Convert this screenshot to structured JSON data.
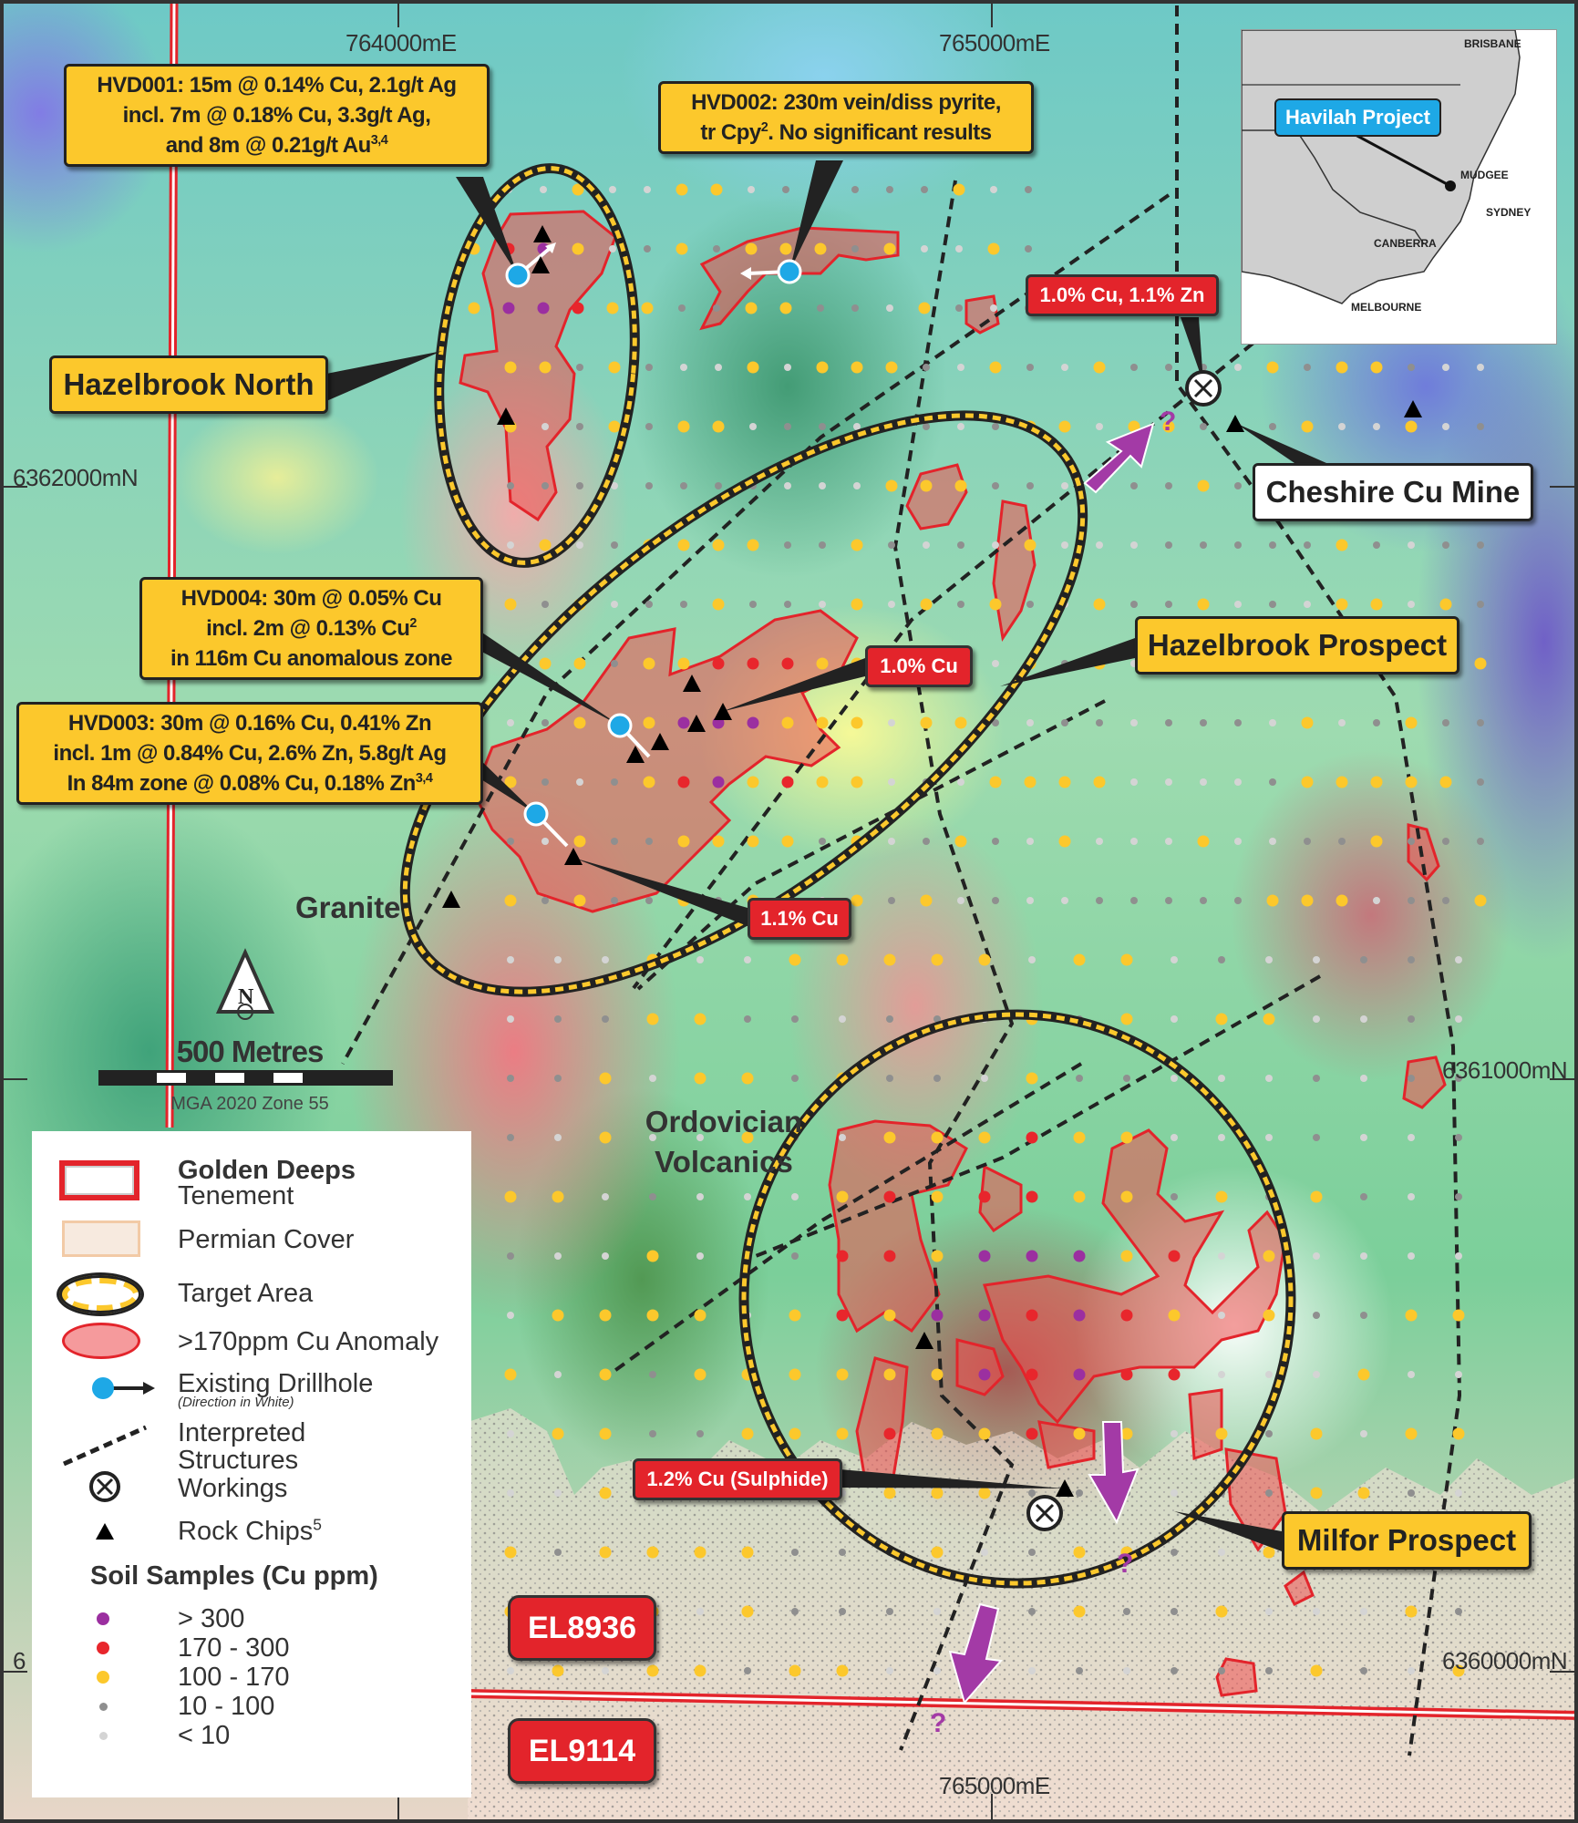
{
  "grid_labels": {
    "e764000_top": "764000mE",
    "e765000_top": "765000mE",
    "e765000_bottom": "765000mE",
    "n6362000": "6362000mN",
    "n6361000": "6361000mN",
    "n6360000": "6360000mN",
    "n6360000_left_partial": "6"
  },
  "callouts": {
    "hvd001": {
      "line1": "HVD001: 15m @ 0.14% Cu, 2.1g/t Ag",
      "line2": "incl. 7m @ 0.18% Cu, 3.3g/t Ag,",
      "line3": "and 8m @ 0.21g/t Au",
      "sup": "3,4"
    },
    "hvd002": {
      "line1": "HVD002: 230m vein/diss pyrite,",
      "line2a": "tr Cpy",
      "sup": "2",
      "line2b": ". No significant results"
    },
    "hvd004": {
      "line1": "HVD004: 30m @ 0.05% Cu",
      "line2": "incl. 2m @ 0.13% Cu",
      "sup": "2",
      "line3": "in 116m Cu anomalous zone"
    },
    "hvd003": {
      "line1": "HVD003: 30m @ 0.16% Cu, 0.41% Zn",
      "line2": "incl. 1m @ 0.84% Cu, 2.6% Zn, 5.8g/t Ag",
      "line3": "In 84m zone @ 0.08% Cu, 0.18% Zn",
      "sup": "3,4"
    }
  },
  "prospects": {
    "hazelbrook_north": "Hazelbrook North",
    "hazelbrook_prospect": "Hazelbrook Prospect",
    "cheshire": "Cheshire Cu Mine",
    "milfor": "Milfor Prospect"
  },
  "assays": {
    "cheshire": "1.0% Cu, 1.1% Zn",
    "hazelbrook_a": "1.0% Cu",
    "hazelbrook_b": "1.1% Cu",
    "milfor": "1.2% Cu (Sulphide)"
  },
  "geology": {
    "granite": "Granite",
    "ordovician_1": "Ordovician",
    "ordovician_2": "Volcanics"
  },
  "tenements": {
    "el8936": "EL8936",
    "el9114": "EL9114"
  },
  "scale": {
    "north": "N",
    "distance": "500 Metres",
    "projection": "MGA 2020 Zone 55"
  },
  "question_mark": "?",
  "inset": {
    "project": "Havilah Project",
    "cities": {
      "brisbane": "BRISBANE",
      "mudgee": "MUDGEE",
      "sydney": "SYDNEY",
      "canberra": "CANBERRA",
      "melbourne": "MELBOURNE"
    }
  },
  "legend": {
    "tenement_1": "Golden Deeps",
    "tenement_2": "Tenement",
    "permian": "Permian Cover",
    "target": "Target Area",
    "anomaly": ">170ppm Cu Anomaly",
    "drillhole": "Existing Drillhole",
    "drillhole_note": "(Direction in White)",
    "structures_1": "Interpreted",
    "structures_2": "Structures",
    "workings": "Workings",
    "rock_chips": "Rock Chips",
    "rock_chips_sup": "5",
    "soil_title": "Soil Samples (Cu ppm)",
    "soil_classes": [
      {
        "label": "> 300",
        "color": "#9b2fa0"
      },
      {
        "label": "170 - 300",
        "color": "#e8262c"
      },
      {
        "label": "100 - 170",
        "color": "#fcc82c"
      },
      {
        "label": "10 - 100",
        "color": "#8f8f8f"
      },
      {
        "label": "< 10",
        "color": "#d4d4d4"
      }
    ]
  },
  "colors": {
    "callout": "#fcc82c",
    "assay": "#e3242b",
    "drillhole": "#1ea8e6",
    "arrow": "#a33aa6",
    "anomaly": "#f06a6a"
  }
}
